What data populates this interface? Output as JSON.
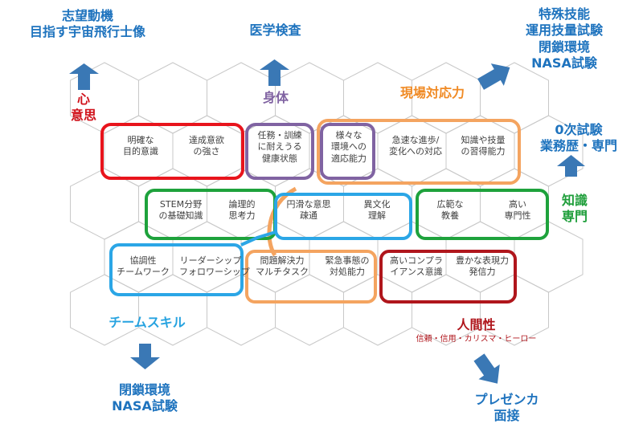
{
  "goal_top_left": {
    "lines": [
      "志望動機",
      "目指す宇宙飛行士像"
    ]
  },
  "goal_top_center": {
    "text": "医学検査"
  },
  "goal_top_right": {
    "lines": [
      "特殊技能",
      "運用技量試験",
      "閉鎖環境",
      "NASA試験"
    ]
  },
  "goal_right_mid": {
    "lines": [
      "0次試験",
      "業務歴・専門"
    ]
  },
  "goal_bottom_left": {
    "lines": [
      "閉鎖環境",
      "NASA試験"
    ]
  },
  "goal_bottom_right": {
    "lines": [
      "プレゼンカ",
      "面接"
    ]
  },
  "category_heart": {
    "lines": [
      "心",
      "意思"
    ]
  },
  "category_body": {
    "text": "身体"
  },
  "category_field": {
    "text": "現場対応力"
  },
  "category_knowledge": {
    "lines": [
      "知識",
      "専門"
    ]
  },
  "category_team": {
    "text": "チームスキル"
  },
  "category_human": {
    "text": "人間性",
    "sub": "信頼・信用・カリスマ・ヒーロー"
  },
  "row1": [
    {
      "id": "clear-purpose",
      "lines": [
        "明確な",
        "目的意識"
      ]
    },
    {
      "id": "achievement-drive",
      "lines": [
        "達成意欲",
        "の強さ"
      ]
    },
    {
      "id": "training-health",
      "lines": [
        "任務・訓練",
        "に耐えうる",
        "健康状態"
      ]
    },
    {
      "id": "adapt-environment",
      "lines": [
        "様々な",
        "環境への",
        "適応能力"
      ]
    },
    {
      "id": "rapid-change",
      "lines": [
        "急速な進歩/",
        "変化への対応"
      ]
    },
    {
      "id": "skill-learning",
      "lines": [
        "知識や技量",
        "の習得能力"
      ]
    }
  ],
  "row2": [
    {
      "id": "stem-basics",
      "lines": [
        "STEM分野",
        "の基礎知識"
      ]
    },
    {
      "id": "logical-thinking",
      "lines": [
        "論理的",
        "思考力"
      ]
    },
    {
      "id": "communication",
      "lines": [
        "円滑な意思",
        "疎通"
      ]
    },
    {
      "id": "cross-culture",
      "lines": [
        "異文化",
        "理解"
      ]
    },
    {
      "id": "broad-education",
      "lines": [
        "広範な",
        "教養"
      ]
    },
    {
      "id": "expertise",
      "lines": [
        "高い",
        "専門性"
      ]
    }
  ],
  "row3": [
    {
      "id": "cooperation",
      "lines": [
        "協調性",
        "チームワーク"
      ]
    },
    {
      "id": "leadership",
      "lines": [
        "リーダーシップ",
        "フォロワーシップ"
      ]
    },
    {
      "id": "problem-solving",
      "lines": [
        "問題解決力",
        "マルチタスク"
      ]
    },
    {
      "id": "emergency",
      "lines": [
        "緊急事態の",
        "対処能力"
      ]
    },
    {
      "id": "compliance",
      "lines": [
        "高いコンプラ",
        "イアンス意識"
      ]
    },
    {
      "id": "expression",
      "lines": [
        "豊かな表現力",
        "発信力"
      ]
    }
  ],
  "colors": {
    "heart": "#e8141c",
    "body": "#8063a2",
    "field": "#f4a460",
    "knowledge": "#1ea23c",
    "team": "#2ba6e6",
    "human": "#b0161c",
    "arrow": "#3a78b5",
    "goal_text": "#1e73be"
  },
  "icons": {
    "arrow": "arrow-icon"
  }
}
